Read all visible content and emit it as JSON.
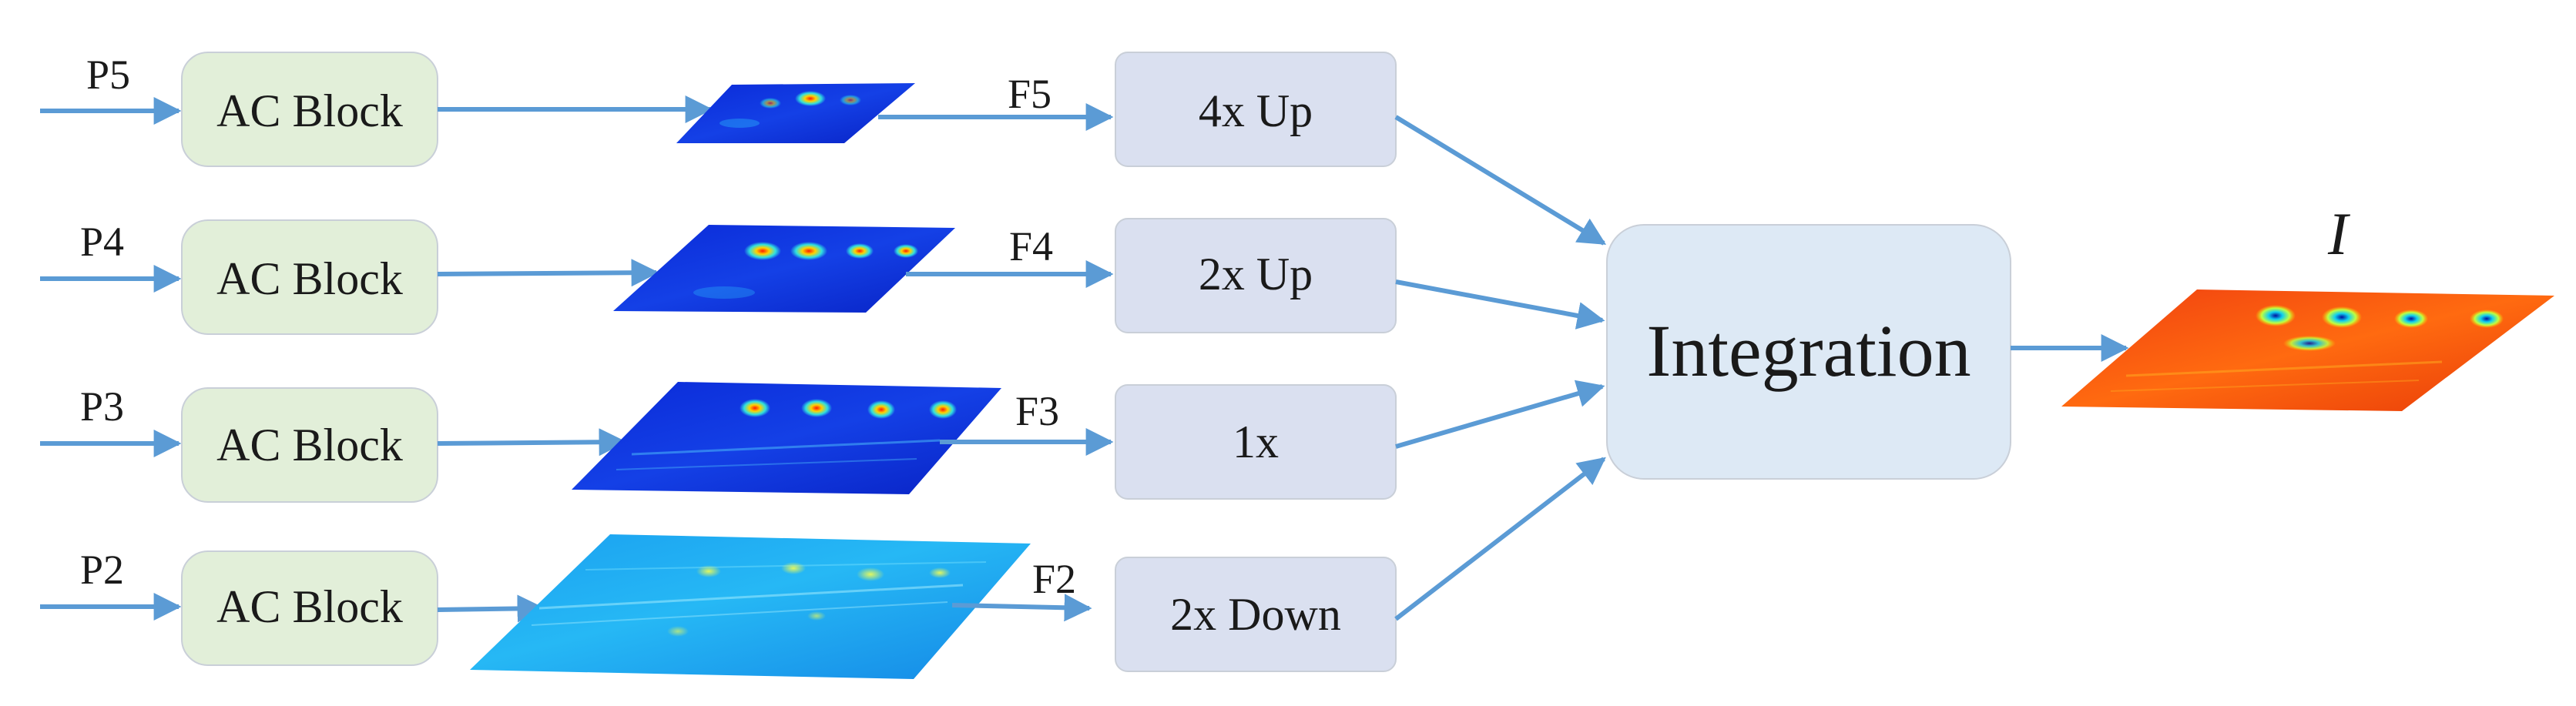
{
  "inputs": [
    {
      "id": "p5",
      "label": "P5"
    },
    {
      "id": "p4",
      "label": "P4"
    },
    {
      "id": "p3",
      "label": "P3"
    },
    {
      "id": "p2",
      "label": "P2"
    }
  ],
  "ac_block_label": "AC Block",
  "features": [
    {
      "id": "f5",
      "label": "F5"
    },
    {
      "id": "f4",
      "label": "F4"
    },
    {
      "id": "f3",
      "label": "F3"
    },
    {
      "id": "f2",
      "label": "F2"
    }
  ],
  "scales": [
    {
      "id": "up4",
      "label": "4x Up"
    },
    {
      "id": "up2",
      "label": "2x Up"
    },
    {
      "id": "same",
      "label": "1x"
    },
    {
      "id": "down2",
      "label": "2x Down"
    }
  ],
  "integration_label": "Integration",
  "output_label": "I",
  "colors": {
    "arrow": "#5b9bd5",
    "ac_block_fill": "#e2efd9",
    "scale_box_fill": "#dae0f0",
    "integration_fill": "#dde9f5",
    "box_stroke": "#c9cfd8"
  }
}
